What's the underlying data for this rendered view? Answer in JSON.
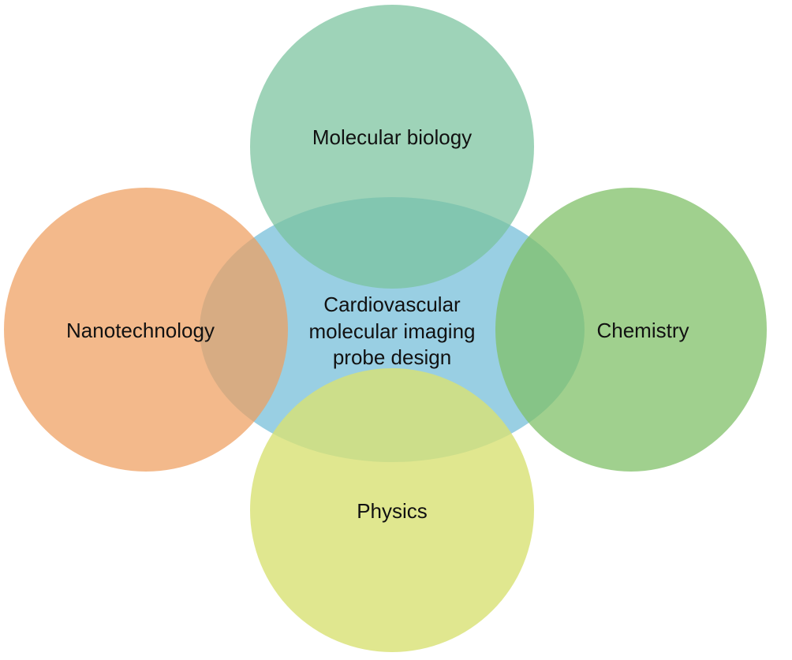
{
  "diagram": {
    "center": {
      "lines": [
        "Cardiovascular",
        "molecular imaging",
        "probe design"
      ],
      "color": "#7fc3dc"
    },
    "circles": {
      "top": {
        "label": "Molecular biology",
        "color": "#8fcdae"
      },
      "left": {
        "label": "Nanotechnology",
        "color": "#f1b07c"
      },
      "right": {
        "label": "Chemistry",
        "color": "#8cc77a"
      },
      "bottom": {
        "label": "Physics",
        "color": "#dfe68a"
      }
    }
  }
}
